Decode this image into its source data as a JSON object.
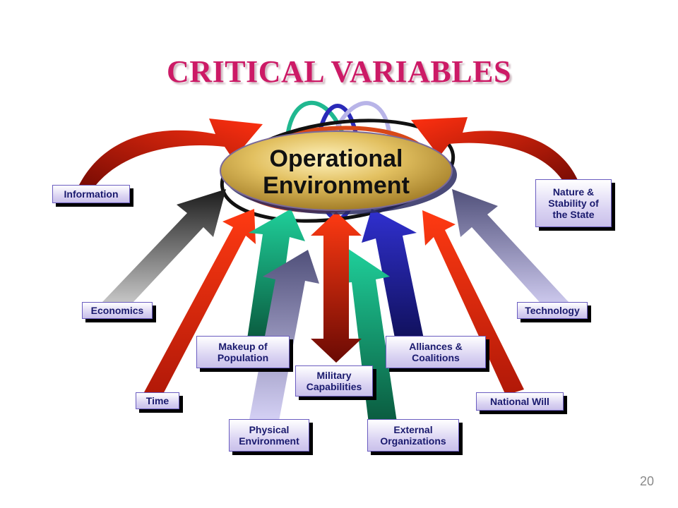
{
  "slide": {
    "title": "CRITICAL VARIABLES",
    "page_number": "20"
  },
  "center": {
    "line1": "Operational",
    "line2": "Environment"
  },
  "variables": {
    "information": "Information",
    "nature_stability": "Nature &\nStability of\nthe State",
    "economics": "Economics",
    "technology": "Technology",
    "makeup_population": "Makeup of\nPopulation",
    "alliances_coalitions": "Alliances &\nCoalitions",
    "military_capabilities": "Military\nCapabilities",
    "time": "Time",
    "national_will": "National Will",
    "physical_environment": "Physical\nEnvironment",
    "external_organizations": "External\nOrganizations"
  },
  "colors": {
    "title": "#cc1a66",
    "label_text": "#1a1a6e",
    "label_border": "#6a5cc0",
    "ellipse_gold": "#d8b24a",
    "arrow_red": "#d42a10",
    "arrow_teal": "#1fbf8f",
    "arrow_navy": "#2a2ab8",
    "arrow_lavender": "#b6b2e6"
  }
}
